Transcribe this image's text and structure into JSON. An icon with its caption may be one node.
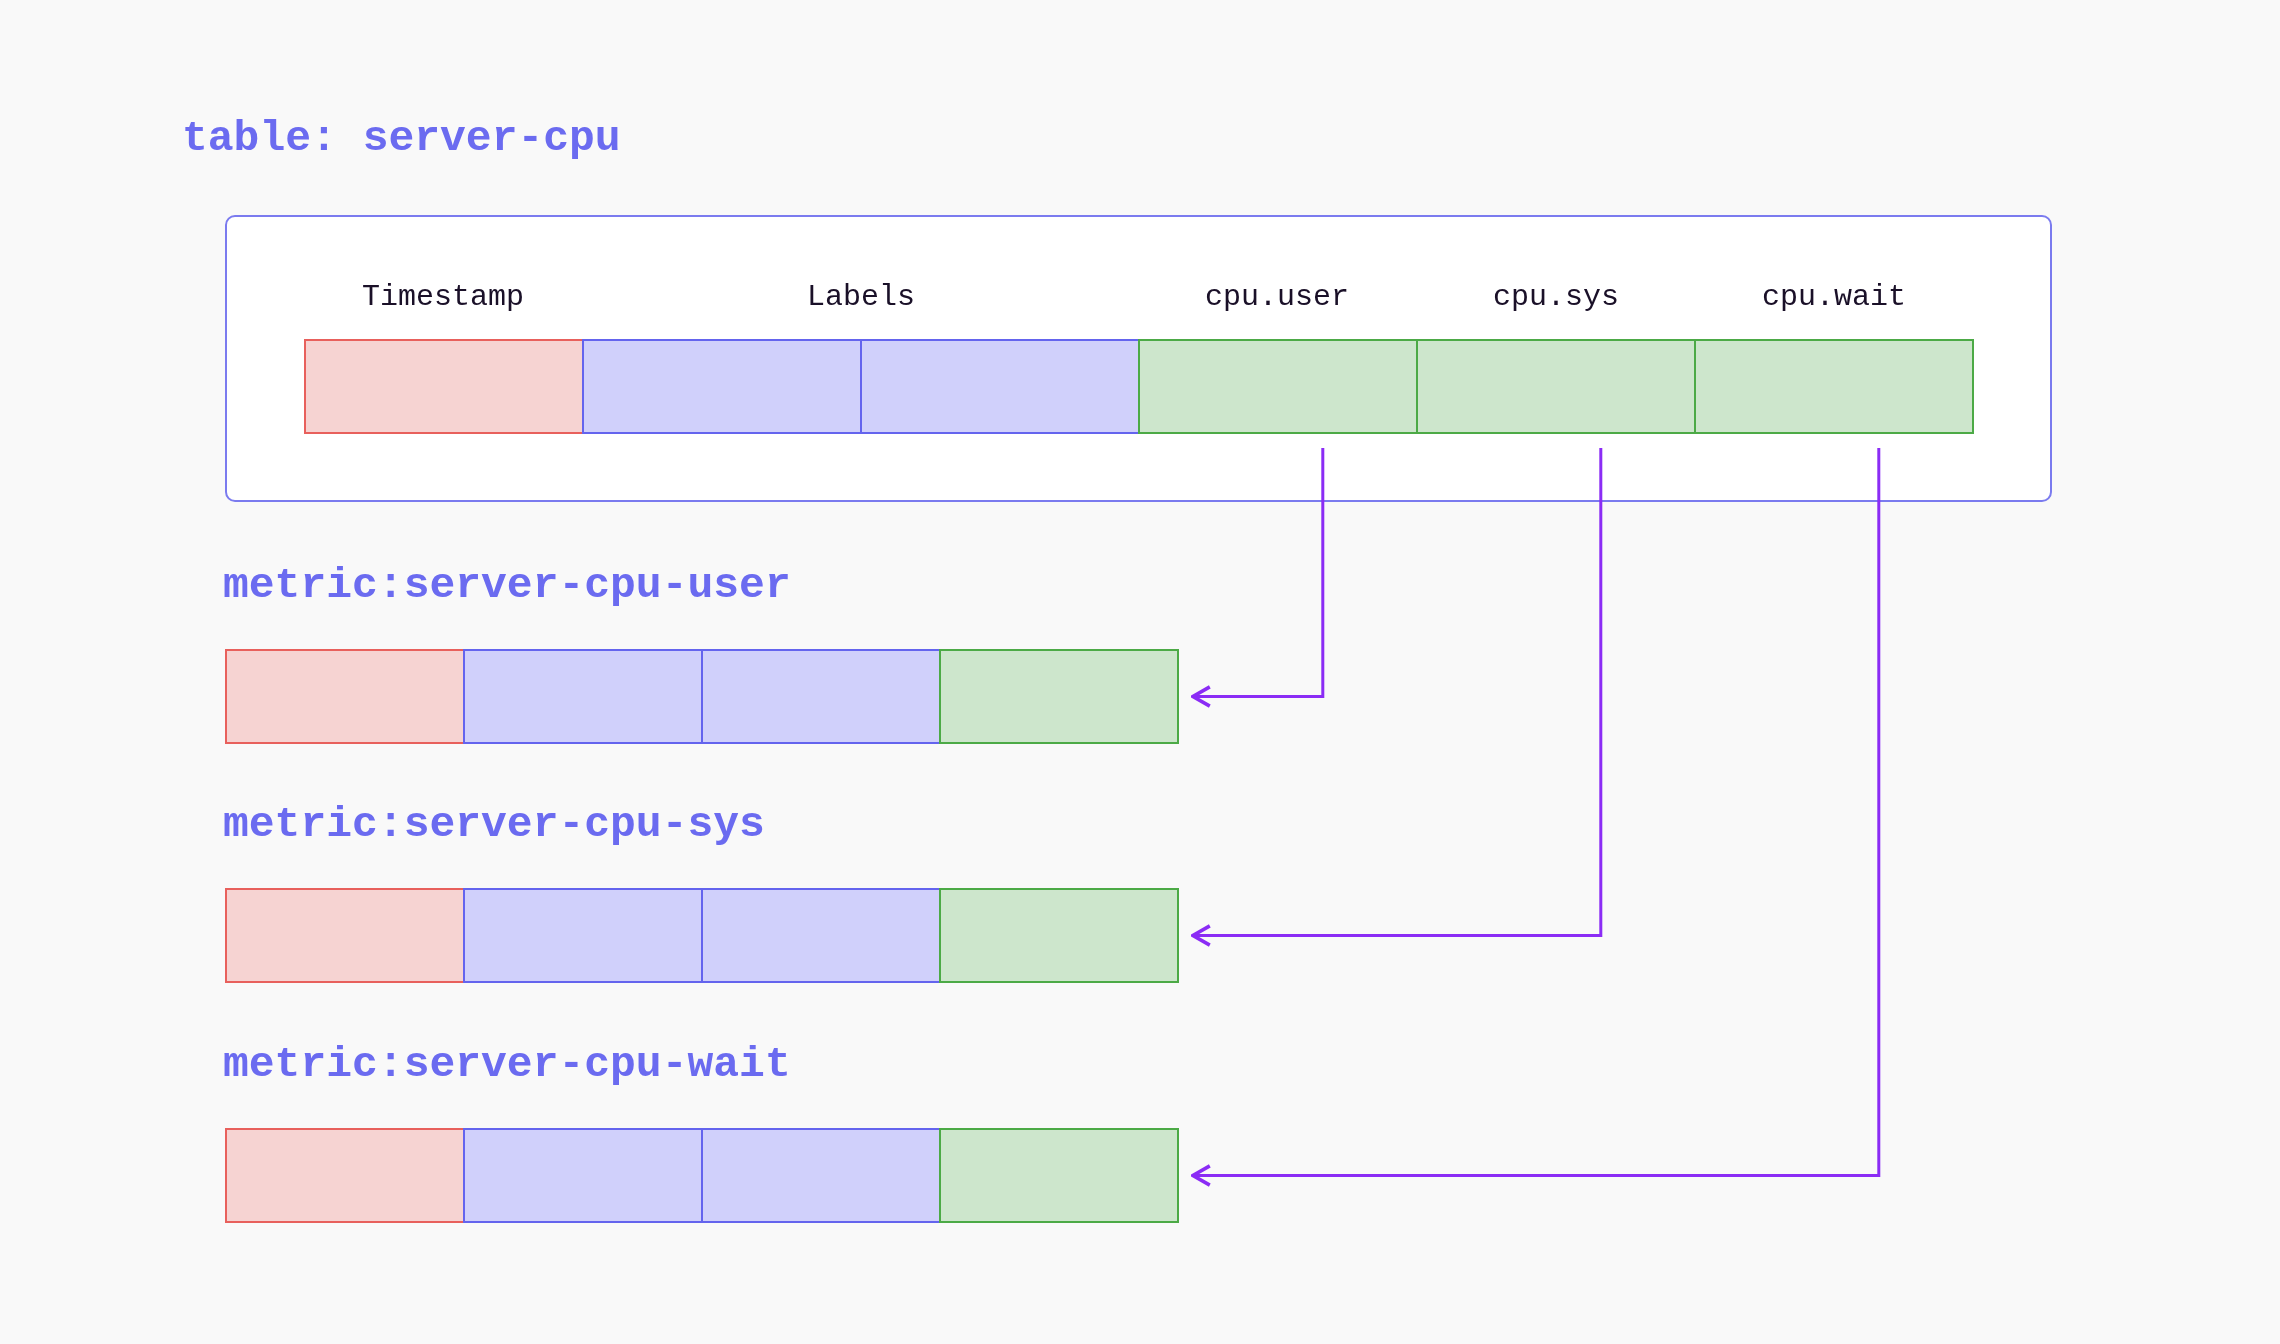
{
  "diagram": {
    "nodes": [
      {
        "text": [
          "table: server-cpu"
        ]
      },
      {
        "text": [],
        "shape": "box",
        "in": 0
      },
      {
        "text": [],
        "shape": "box",
        "in": 0
      },
      {
        "text": [],
        "shape": "box",
        "in": 0
      },
      {
        "text": [],
        "shape": "box",
        "in": 0
      },
      {
        "text": [],
        "shape": "box",
        "in": 0
      },
      {
        "text": [],
        "shape": "box",
        "in": 0
      },
      {
        "text": [
          "metric:server-cpu-user"
        ]
      },
      {
        "text": [],
        "shape": "box",
        "in": 7
      },
      {
        "text": [],
        "shape": "box",
        "in": 7
      },
      {
        "text": [],
        "shape": "box",
        "in": 7
      },
      {
        "text": [],
        "shape": "box",
        "in": 7
      },
      {
        "text": [
          "metric:server-cpu-sys"
        ]
      },
      {
        "text": [],
        "shape": "box",
        "in": 12
      },
      {
        "text": [],
        "shape": "box",
        "in": 12
      },
      {
        "text": [],
        "shape": "box",
        "in": 12
      },
      {
        "text": [],
        "shape": "box",
        "in": 12
      },
      {
        "text": [
          "metric:server-cpu-wait"
        ]
      },
      {
        "text": [],
        "shape": "box",
        "in": 17
      },
      {
        "text": [],
        "shape": "box",
        "in": 17
      },
      {
        "text": [],
        "shape": "box",
        "in": 17
      },
      {
        "text": [],
        "shape": "box",
        "in": 17
      }
    ],
    "edges": [
      {
        "from": 4,
        "to": 11,
        "arrow": "to"
      },
      {
        "from": 5,
        "to": 16,
        "arrow": "to"
      },
      {
        "from": 6,
        "to": 21,
        "arrow": "to"
      }
    ],
    "labels": [
      "Timestamp",
      "Labels",
      "cpu.user",
      "cpu.sys",
      "cpu.wait"
    ]
  }
}
